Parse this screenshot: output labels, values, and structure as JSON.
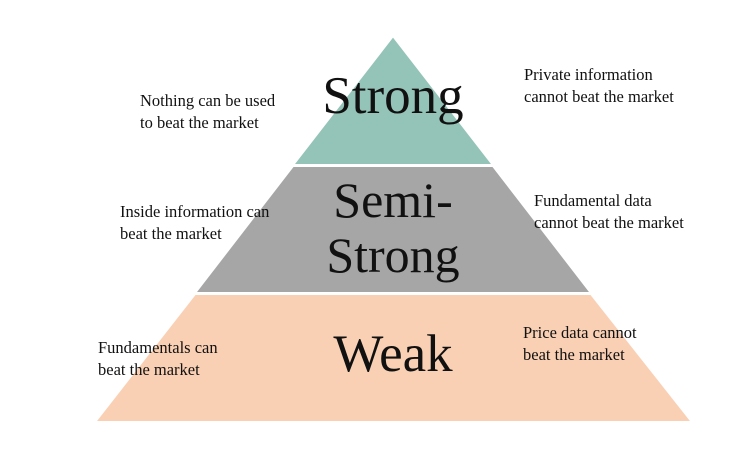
{
  "levels": [
    {
      "name": "Strong",
      "color": "#94c3b7",
      "left_note": "Nothing can be used to beat the market",
      "right_note": "Private information cannot beat the market"
    },
    {
      "name_line1": "Semi-",
      "name_line2": "Strong",
      "color": "#a6a6a6",
      "left_note": "Inside information can beat the market",
      "right_note": "Fundamental data cannot beat the market"
    },
    {
      "name": "Weak",
      "color": "#fad0b4",
      "left_note": "Fundamentals can beat the market",
      "right_note": "Price data cannot beat the market"
    }
  ]
}
